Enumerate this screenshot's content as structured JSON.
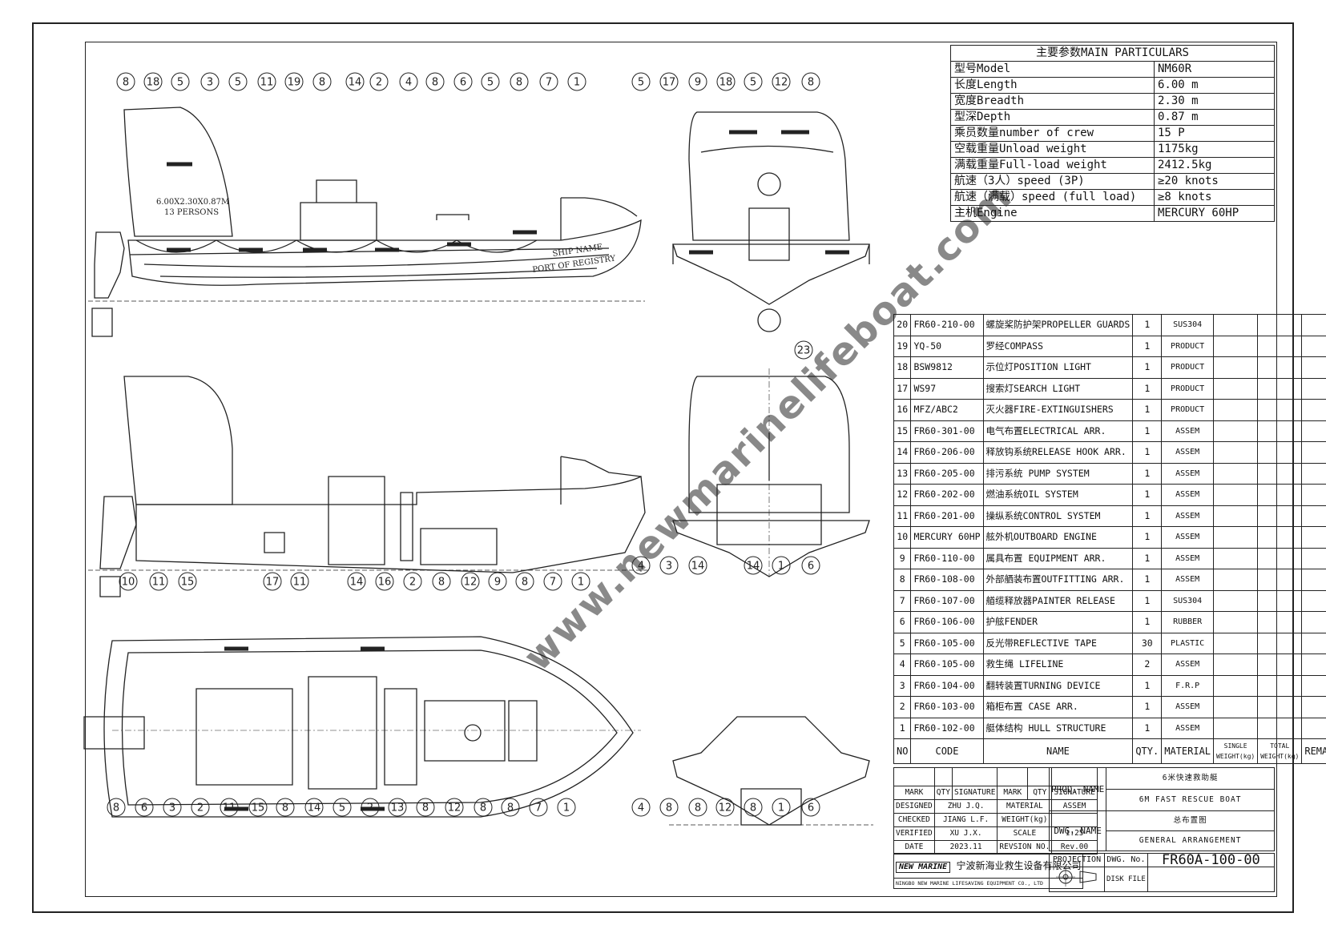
{
  "main_particulars": {
    "title": "主要参数MAIN PARTICULARS",
    "rows": [
      {
        "label": "型号Model",
        "value": "NM60R"
      },
      {
        "label": "长度Length",
        "value": "6.00 m"
      },
      {
        "label": "宽度Breadth",
        "value": "2.30 m"
      },
      {
        "label": "型深Depth",
        "value": "0.87 m"
      },
      {
        "label": "乘员数量number of crew",
        "value": "15 P"
      },
      {
        "label": "空载重量Unload weight",
        "value": "1175kg"
      },
      {
        "label": "满载重量Full-load weight",
        "value": "2412.5kg"
      },
      {
        "label": "航速（3人）speed (3P)",
        "value": "≥20 knots"
      },
      {
        "label": "航速（满载）speed (full load)",
        "value": "≥8 knots"
      },
      {
        "label": "主机Engine",
        "value": "MERCURY 60HP"
      }
    ]
  },
  "parts_list": {
    "headers": {
      "no": "NO",
      "code": "CODE",
      "name": "NAME",
      "qty": "QTY.",
      "material": "MATERIAL",
      "single_weight": "SINGLE WEIGHT(kg)",
      "total_weight": "TOTAL WEIGHT(kg)",
      "remark": "REMARK"
    },
    "rows": [
      {
        "no": "20",
        "code": "FR60-210-00",
        "name": "螺旋桨防护架PROPELLER GUARDS",
        "qty": "1",
        "material": "SUS304"
      },
      {
        "no": "19",
        "code": "YQ-50",
        "name": "罗经COMPASS",
        "qty": "1",
        "material": "PRODUCT"
      },
      {
        "no": "18",
        "code": "BSW9812",
        "name": "示位灯POSITION LIGHT",
        "qty": "1",
        "material": "PRODUCT"
      },
      {
        "no": "17",
        "code": "WS97",
        "name": "搜索灯SEARCH LIGHT",
        "qty": "1",
        "material": "PRODUCT"
      },
      {
        "no": "16",
        "code": "MFZ/ABC2",
        "name": "灭火器FIRE-EXTINGUISHERS",
        "qty": "1",
        "material": "PRODUCT"
      },
      {
        "no": "15",
        "code": "FR60-301-00",
        "name": "电气布置ELECTRICAL ARR.",
        "qty": "1",
        "material": "ASSEM"
      },
      {
        "no": "14",
        "code": "FR60-206-00",
        "name": "释放钩系统RELEASE HOOK ARR.",
        "qty": "1",
        "material": "ASSEM"
      },
      {
        "no": "13",
        "code": "FR60-205-00",
        "name": "排污系统 PUMP SYSTEM",
        "qty": "1",
        "material": "ASSEM"
      },
      {
        "no": "12",
        "code": "FR60-202-00",
        "name": "燃油系统OIL SYSTEM",
        "qty": "1",
        "material": "ASSEM"
      },
      {
        "no": "11",
        "code": "FR60-201-00",
        "name": "操纵系统CONTROL SYSTEM",
        "qty": "1",
        "material": "ASSEM"
      },
      {
        "no": "10",
        "code": "MERCURY 60HP",
        "name": "舷外机OUTBOARD ENGINE",
        "qty": "1",
        "material": "ASSEM"
      },
      {
        "no": "9",
        "code": "FR60-110-00",
        "name": "属具布置 EQUIPMENT ARR.",
        "qty": "1",
        "material": "ASSEM"
      },
      {
        "no": "8",
        "code": "FR60-108-00",
        "name": "外部舾装布置OUTFITTING ARR.",
        "qty": "1",
        "material": "ASSEM"
      },
      {
        "no": "7",
        "code": "FR60-107-00",
        "name": "艏缆释放器PAINTER RELEASE",
        "qty": "1",
        "material": "SUS304"
      },
      {
        "no": "6",
        "code": "FR60-106-00",
        "name": "护舷FENDER",
        "qty": "1",
        "material": "RUBBER"
      },
      {
        "no": "5",
        "code": "FR60-105-00",
        "name": "反光带REFLECTIVE TAPE",
        "qty": "30",
        "material": "PLASTIC"
      },
      {
        "no": "4",
        "code": "FR60-105-00",
        "name": "救生绳 LIFELINE",
        "qty": "2",
        "material": "ASSEM"
      },
      {
        "no": "3",
        "code": "FR60-104-00",
        "name": "翻转装置TURNING DEVICE",
        "qty": "1",
        "material": "F.R.P"
      },
      {
        "no": "2",
        "code": "FR60-103-00",
        "name": "箱柜布置 CASE ARR.",
        "qty": "1",
        "material": "ASSEM"
      },
      {
        "no": "1",
        "code": "FR60-102-00",
        "name": "艇体结构 HULL STRUCTURE",
        "qty": "1",
        "material": "ASSEM"
      }
    ]
  },
  "title_block": {
    "cols": [
      "MARK",
      "QTY",
      "SIGNATURE",
      "MARK",
      "QTY",
      "SIGNATURE"
    ],
    "designed_label": "DESIGNED",
    "designed_by": "ZHU J.Q.",
    "checked_label": "CHECKED",
    "checked_by": "JIANG L.F.",
    "verified_label": "VERIFIED",
    "verified_by": "XU J.X.",
    "date_label": "DATE",
    "date": "2023.11",
    "material_label": "MATERIAL",
    "material": "ASSEM",
    "weight_label": "WEIGHT(kg)",
    "scale_label": "SCALE",
    "scale": "1:25",
    "revision_label": "REVSION NO.",
    "revision": "Rev.00",
    "prod_name_label": "PROD. NAME",
    "prod_name_cn": "6米快速救助艇",
    "prod_name_en": "6M FAST RESCUE BOAT",
    "dwg_name_label": "DWG. NAME",
    "dwg_name_cn": "总布置图",
    "dwg_name_en": "GENERAL ARRANGEMENT",
    "projection_label": "PROJECTION",
    "dwg_no_label": "DWG. No.",
    "dwg_no": "FR60A-100-00",
    "disk_file_label": "DISK FILE",
    "company_logo": "NEW MARINE",
    "company_cn": "宁波新海业救生设备有限公司",
    "company_en": "NINGBO NEW MARINE LIFESAVING EQUIPMENT CO., LTD"
  },
  "drawing_text": {
    "hull_marking": "6.00X2.30X0.87M",
    "persons": "13 PERSONS",
    "ship_name": "SHIP NAME",
    "port": "PORT OF REGISTRY"
  },
  "watermark": "www.newmarinelifeboat.com",
  "callouts": {
    "side_top": [
      "8",
      "18",
      "5",
      "3",
      "5",
      "11",
      "19",
      "8",
      "14",
      "2",
      "4",
      "8",
      "6",
      "5",
      "8",
      "7",
      "1"
    ],
    "front_top": [
      "5",
      "17",
      "9",
      "18",
      "5",
      "12",
      "8"
    ],
    "side_mid": [
      "10",
      "11",
      "15",
      "17",
      "11",
      "14",
      "16",
      "2",
      "8",
      "12",
      "9",
      "8",
      "7",
      "1"
    ],
    "front_mid": [
      "4",
      "3",
      "14",
      "14",
      "1",
      "6"
    ],
    "plan": [
      "8",
      "6",
      "3",
      "2",
      "11",
      "15",
      "8",
      "14",
      "5",
      "2",
      "13",
      "8",
      "12",
      "8",
      "8",
      "7",
      "1"
    ],
    "front_bottom": [
      "4",
      "8",
      "8",
      "12",
      "8",
      "1",
      "6"
    ],
    "prop": "23"
  }
}
